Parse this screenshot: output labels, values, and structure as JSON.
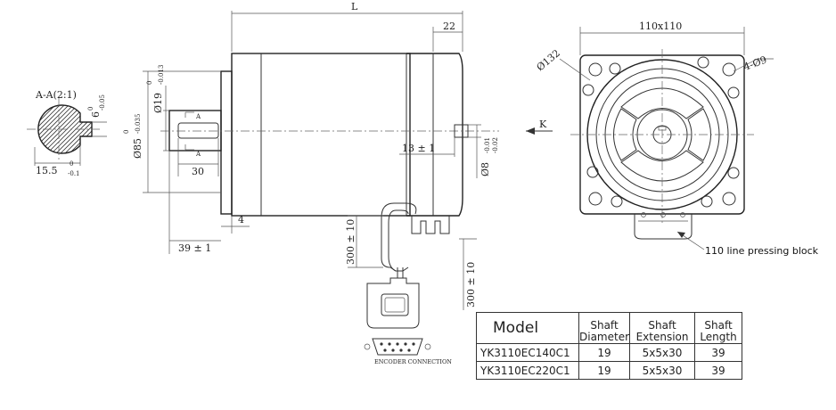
{
  "drawing": {
    "section": {
      "title": "A-A(2:1)",
      "width_dim": "15.5",
      "width_tol": "0",
      "width_tol2": "-0.1",
      "key_dim": "6",
      "key_tol": "0",
      "key_tol2": "-0.05"
    },
    "side_view": {
      "length_label": "L",
      "rear_dim": "22",
      "flange_dia": "Ø85",
      "flange_tol": "0",
      "flange_tol2": "-0.035",
      "shaft_dia": "Ø19",
      "shaft_tol": "0",
      "shaft_tol2": "-0.013",
      "section_marker": "A",
      "key_length": "30",
      "shaft_length": "39 ± 1",
      "flange_thickness": "4",
      "rear_shaft_pos": "13 ± 1",
      "rear_shaft_dia": "Ø8",
      "rear_shaft_tol": "-0.01",
      "rear_shaft_tol2": "-0.02",
      "view_marker": "K",
      "cable_len_1": "300 ± 10",
      "cable_len_2": "300 ± 10",
      "connector_label": "ENCODER CONNECTION"
    },
    "front_view": {
      "size": "110x110",
      "pcd": "Ø132",
      "holes": "4-Ø9",
      "callout": "110 line pressing block"
    }
  },
  "table": {
    "headers": {
      "model": "Model",
      "diameter": [
        "Shaft",
        "Diameter"
      ],
      "extension": [
        "Shaft",
        "Extension"
      ],
      "length": [
        "Shaft",
        "Length"
      ]
    },
    "rows": [
      {
        "model": "YK3110EC140C1",
        "diameter": "19",
        "extension": "5x5x30",
        "length": "39"
      },
      {
        "model": "YK3110EC220C1",
        "diameter": "19",
        "extension": "5x5x30",
        "length": "39"
      }
    ]
  }
}
